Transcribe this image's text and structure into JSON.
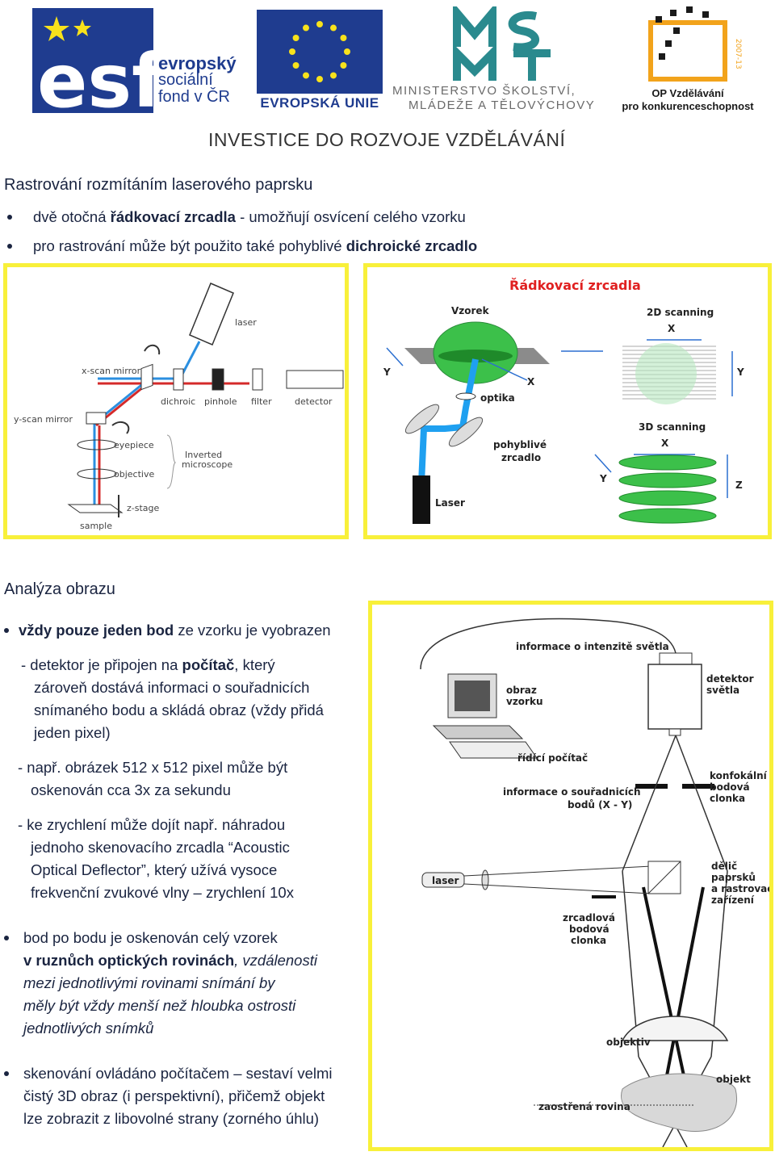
{
  "header": {
    "esf": {
      "big": "esf",
      "line1": "evropský",
      "line2": "sociální",
      "line3": "fond v ČR"
    },
    "eu": {
      "label": "EVROPSKÁ UNIE"
    },
    "msmt": {
      "line1": "MINISTERSTVO ŠKOLSTVÍ,",
      "line2": "MLÁDEŽE A TĚLOVÝCHOVY"
    },
    "op": {
      "line1": "OP Vzdělávání",
      "line2": "pro konkurenceschopnost",
      "years": "2007-13"
    },
    "banner": "INVESTICE DO ROZVOJE VZDĚLÁVÁNÍ"
  },
  "section1": {
    "title": "Rastrování rozmítáním laserového paprsku",
    "bullets": [
      {
        "pre": "dvě otočná ",
        "bold": "řádkovací zrcadla",
        "post": " - umožňují osvícení celého vzorku"
      },
      {
        "pre": "pro rastrování může být použito také pohyblivé ",
        "bold": "dichroické zrcadlo",
        "post": ""
      }
    ]
  },
  "figure1": {
    "labels": {
      "laser": "laser",
      "xscan": "x-scan mirror",
      "dichroic": "dichroic",
      "pinhole": "pinhole",
      "filter": "filter",
      "detector": "detector",
      "yscan": "y-scan mirror",
      "eyepiece": "eyepiece",
      "inverted1": "Inverted",
      "inverted2": "microscope",
      "objective": "objective",
      "zstage": "z-stage",
      "sample": "sample"
    }
  },
  "figure2": {
    "title": "Řádkovací zrcadla",
    "labels": {
      "vzorek": "Vzorek",
      "scan2d": "2D scanning",
      "x1": "X",
      "y1": "Y",
      "x2": "X",
      "y2": "Y",
      "optika": "optika",
      "scan3d": "3D scanning",
      "x3": "X",
      "pohyblive1": "pohyblivé",
      "pohyblive2": "zrcadlo",
      "y3": "Y",
      "z3": "Z",
      "laser": "Laser"
    }
  },
  "section2": {
    "title": "Analýza obrazu",
    "b1": {
      "bold": "vždy pouze jeden bod",
      "post": " ze vzorku je vyobrazen"
    },
    "p1": [
      "- detektor je připojen na ",
      "počítač",
      ", který",
      "zároveň dostává informaci o souřadnicích",
      "snímaného bodu a skládá obraz (vždy přidá",
      "jeden pixel)"
    ],
    "p2": [
      "- např. obrázek 512 x 512 pixel může být",
      "oskenován cca 3x za sekundu"
    ],
    "p3": [
      "- ke zrychlení může dojít např. náhradou",
      "jednoho skenovacího zrcadla “Acoustic",
      "Optical Deflector”, který užívá vysoce",
      "frekvenční zvukové vlny – zrychlení 10x"
    ],
    "b2": {
      "line1": "bod po bodu je oskenován celý vzorek",
      "bold": "v ruznůch optických rovinách",
      "it1": ", vzdálenosti",
      "it2": "mezi jednotlivými rovinami snímání by",
      "it3": "měly být vždy menší než hloubka ostrosti",
      "it4": "jednotlivých snímků"
    },
    "b3": [
      "skenování ovládáno počítačem – sestaví velmi",
      "čistý 3D obraz (i perspektivní), přičemž objekt",
      "lze zobrazit z libovolné strany (zorného úhlu)"
    ]
  },
  "figure3": {
    "labels": {
      "info_int": "informace o intenzitě světla",
      "obraz1": "obraz",
      "obraz2": "vzorku",
      "det1": "detektor",
      "det2": "světla",
      "ridici": "řídící počítač",
      "konf1": "konfokální",
      "konf2": "bodová",
      "konf3": "clonka",
      "info_souradnic1": "informace o souřadnicích",
      "info_souradnic2": "bodů (X - Y)",
      "laser": "laser",
      "delic1": "dělič",
      "delic2": "paprsků",
      "delic3": "a rastrovací",
      "delic4": "zařízení",
      "zrc1": "zrcadlová",
      "zrc2": "bodová",
      "zrc3": "clonka",
      "objektiv": "objektiv",
      "objekt": "objekt",
      "zaostrena": "zaostřená rovina"
    }
  },
  "colors": {
    "yellow_frame": "#f8f03a",
    "esf_blue": "#1f3c8f",
    "msmt_teal": "#2a8a8e",
    "laser_blue": "#2b8fe0",
    "green_sample": "#3cc04a"
  }
}
